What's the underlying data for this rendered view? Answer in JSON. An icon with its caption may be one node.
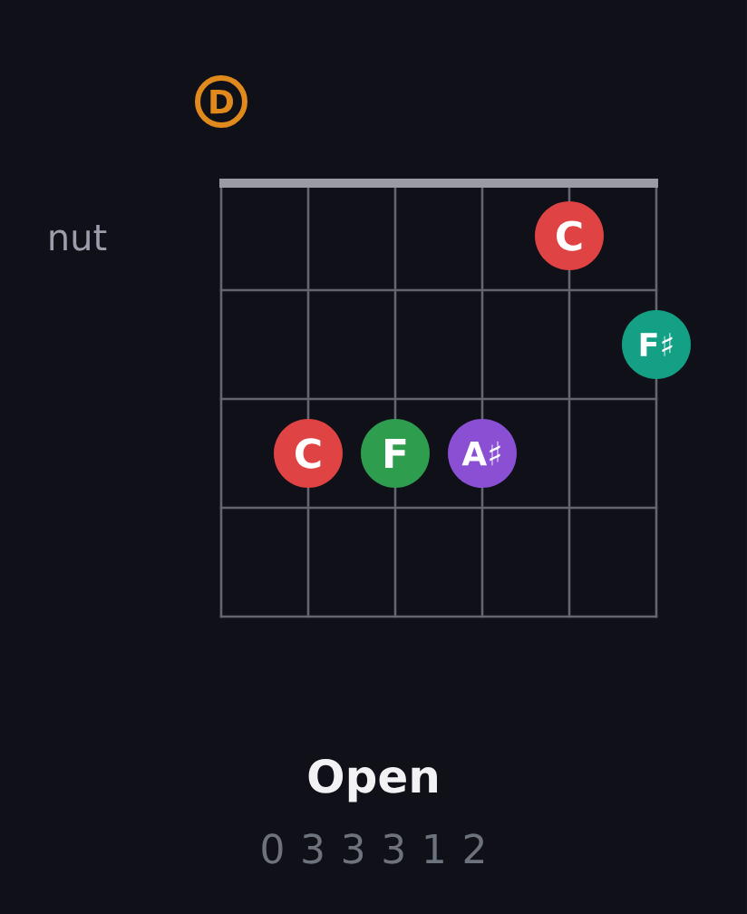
{
  "diagram": {
    "title": "Open",
    "nodes": [
      {
        "text": [
          "D"
        ]
      },
      {
        "text": [
          "C"
        ]
      },
      {
        "text": [
          "F♯"
        ]
      },
      {
        "text": [
          "C"
        ]
      },
      {
        "text": [
          "F"
        ]
      },
      {
        "text": [
          "A♯"
        ]
      }
    ],
    "labels": [
      "nut",
      "0 3 3 3 1 2"
    ]
  }
}
